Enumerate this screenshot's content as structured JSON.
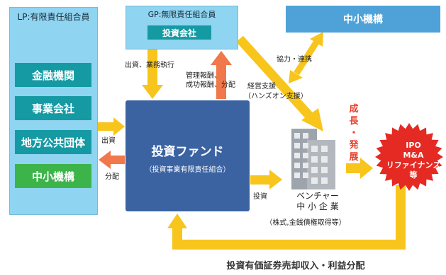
{
  "lp": {
    "title": "LP:有限責任組合員",
    "items": [
      "金融機関",
      "事業会社",
      "地方公共団体",
      "中小機構"
    ]
  },
  "gp": {
    "title": "GP:無限責任組合員",
    "box": "投資会社"
  },
  "sme_top": "中小機構",
  "fund": {
    "title": "投資ファンド",
    "subtitle": "（投資事業有限責任組合）"
  },
  "labels": {
    "invest_in": "出資",
    "distribute": "分配",
    "gp_exec": "出資、業務執行",
    "fees_line1": "管理報酬、",
    "fees_line2": "成功報酬、分配",
    "cooperation": "協力・連携",
    "support_line1": "経営支援",
    "support_line2": "（ハンズオン支援）",
    "invest_out": "投資"
  },
  "venture": {
    "line1": "ベンチャー",
    "line2": "中 小 企 業",
    "note": "（株式,金銭債権取得等）"
  },
  "growth": [
    "成",
    "長",
    "・",
    "発",
    "展"
  ],
  "exit": {
    "line1": "IPO",
    "line2": "M&A",
    "line3": "リファイナンス等"
  },
  "bottom": "投資有価証券売却収入・利益分配",
  "colors": {
    "panel": "#8fd4f1",
    "teal_box": "#159aa4",
    "green_box": "#3cb44a",
    "fund": "#3b63a1",
    "arrow_yellow": "#f7c51c",
    "arrow_orange": "#f0784a",
    "burst_red": "#e52a23",
    "growth_red": "#e8402a"
  }
}
